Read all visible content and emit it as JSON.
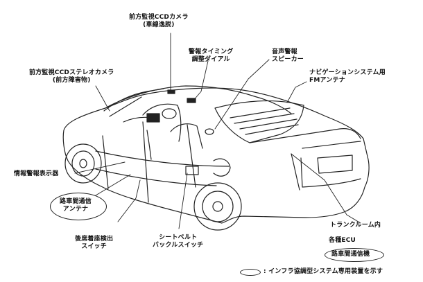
{
  "labels": {
    "front_ccd_camera": {
      "line1": "前方監視CCDカメラ",
      "line2": "(車線逸脱)"
    },
    "alarm_timing_dial": {
      "line1": "警報タイミング",
      "line2": "調整ダイアル"
    },
    "speaker": {
      "line1": "音声警報",
      "line2": "スピーカー"
    },
    "stereo_camera": {
      "line1": "前方監視CCDステレオカメラ",
      "line2": "(前方障害物)"
    },
    "nav_antenna": {
      "line1": "ナビゲーションシステム用",
      "line2": "FMアンテナ"
    },
    "info_display": {
      "line1": "情報警報表示器"
    },
    "road_vehicle_antenna": {
      "line1": "路車間通信",
      "line2": "アンテナ"
    },
    "rear_seat_switch": {
      "line1": "後席着座検出",
      "line2": "スイッチ"
    },
    "seatbelt_switch": {
      "line1": "シートベルト",
      "line2": "バックルスイッチ"
    },
    "trunk_room": {
      "line1": "トランクルーム内"
    },
    "ecu": {
      "line1": "各種ECU"
    },
    "road_vehicle_device": {
      "line1": "路車間通信機"
    },
    "legend": {
      "text": ": インフラ協調型システム専用装置を示す"
    }
  },
  "colors": {
    "line": "#222222",
    "background": "#ffffff"
  }
}
